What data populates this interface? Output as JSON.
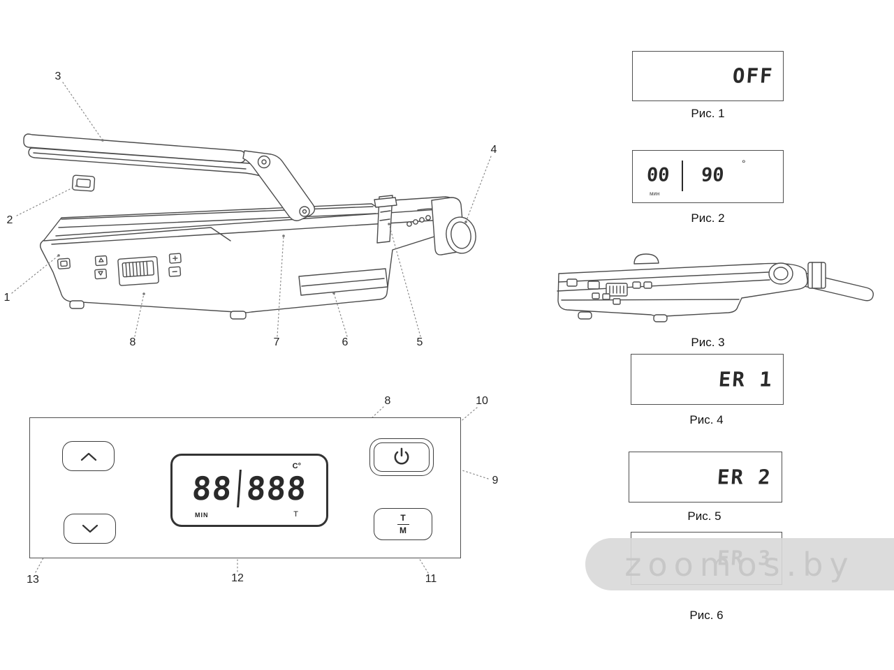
{
  "colors": {
    "line_art": "#4b4b4b",
    "leader_line": "#8a8a8a",
    "lcd_text": "#2a2a2a",
    "watermark_bg": "#d8d8d8",
    "watermark_text": "#c7c7c7"
  },
  "icons": {
    "up_button": "chevron-up-icon",
    "down_button": "chevron-down-icon",
    "power_button": "power-icon"
  },
  "main_diagram": {
    "callouts": [
      {
        "label": "1"
      },
      {
        "label": "2"
      },
      {
        "label": "3"
      },
      {
        "label": "4"
      },
      {
        "label": "5"
      },
      {
        "label": "6"
      },
      {
        "label": "7"
      },
      {
        "label": "8"
      }
    ]
  },
  "panel_diagram": {
    "callouts": [
      {
        "label": "8"
      },
      {
        "label": "9"
      },
      {
        "label": "10"
      },
      {
        "label": "11"
      },
      {
        "label": "12"
      },
      {
        "label": "13"
      }
    ],
    "display": {
      "left_digits": "88",
      "right_digits": "888",
      "min_label": "MIN",
      "celsius_label": "C°",
      "t_label": "T"
    },
    "tm_button": {
      "top": "T",
      "bottom": "M"
    }
  },
  "figures": [
    {
      "caption": "Рис. 1",
      "screen_text": "OFF"
    },
    {
      "caption": "Рис. 2",
      "screen_left": "00",
      "screen_left_sub": "мин",
      "screen_right": "90",
      "screen_right_sup": "°"
    },
    {
      "caption": "Рис. 3"
    },
    {
      "caption": "Рис. 4",
      "screen_text": "ER 1"
    },
    {
      "caption": "Рис. 5",
      "screen_text": "ER 2"
    },
    {
      "caption": "Рис. 6",
      "screen_text": "ER 3"
    }
  ],
  "watermark": {
    "text": "zoomos.by"
  }
}
